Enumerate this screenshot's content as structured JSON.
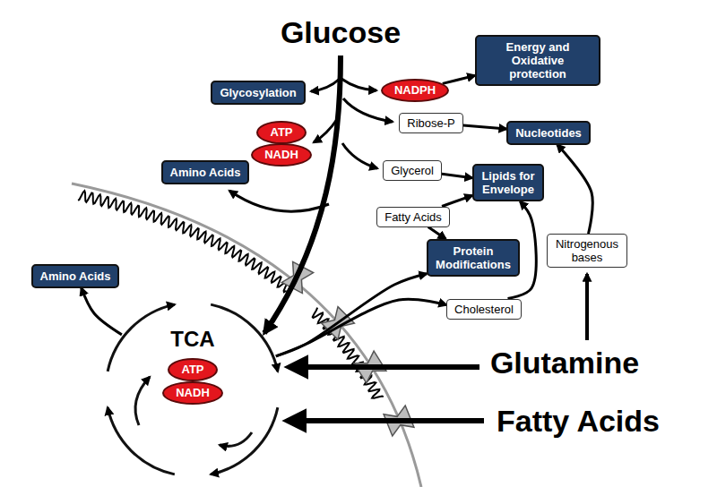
{
  "diagram": {
    "nodes": [
      {
        "text": [
          "Energy and Oxidative protection"
        ]
      },
      {
        "text": [
          "Glycosylation"
        ]
      },
      {
        "text": [
          "NADPH"
        ]
      },
      {
        "text": [
          "Ribose-P"
        ]
      },
      {
        "text": [
          "Nucleotides"
        ]
      },
      {
        "text": [
          "ATP"
        ]
      },
      {
        "text": [
          "NADH"
        ]
      },
      {
        "text": [
          "Amino Acids"
        ]
      },
      {
        "text": [
          "Glycerol"
        ]
      },
      {
        "text": [
          "Lipids for Envelope"
        ]
      },
      {
        "text": [
          "Fatty Acids"
        ]
      },
      {
        "text": [
          "Nitrogenous bases"
        ]
      },
      {
        "text": [
          "Protein Modifications"
        ]
      },
      {
        "text": [
          "Amino Acids"
        ]
      },
      {
        "text": [
          "Cholesterol"
        ]
      },
      {
        "text": [
          "TCA"
        ]
      },
      {
        "text": [
          "ATP"
        ],
        "in": 15
      },
      {
        "text": [
          "NADH"
        ],
        "in": 15
      }
    ],
    "edges": [
      {
        "from": 2,
        "to": 0,
        "arrow": "to"
      },
      {
        "from": 3,
        "to": 4,
        "arrow": "to"
      },
      {
        "from": 8,
        "to": 9,
        "arrow": "to"
      },
      {
        "from": 10,
        "to": 9,
        "arrow": "to"
      },
      {
        "from": 10,
        "to": 12,
        "arrow": "to"
      },
      {
        "from": 11,
        "to": 4,
        "arrow": "to"
      },
      {
        "from": 15,
        "to": 13,
        "arrow": "to"
      },
      {
        "from": 15,
        "to": 12,
        "arrow": "to"
      },
      {
        "from": 15,
        "to": 14,
        "arrow": "to"
      },
      {
        "from": 14,
        "to": 9,
        "arrow": "to"
      }
    ],
    "labels": [
      "Glucose",
      "Glutamine",
      "Fatty Acids"
    ]
  }
}
